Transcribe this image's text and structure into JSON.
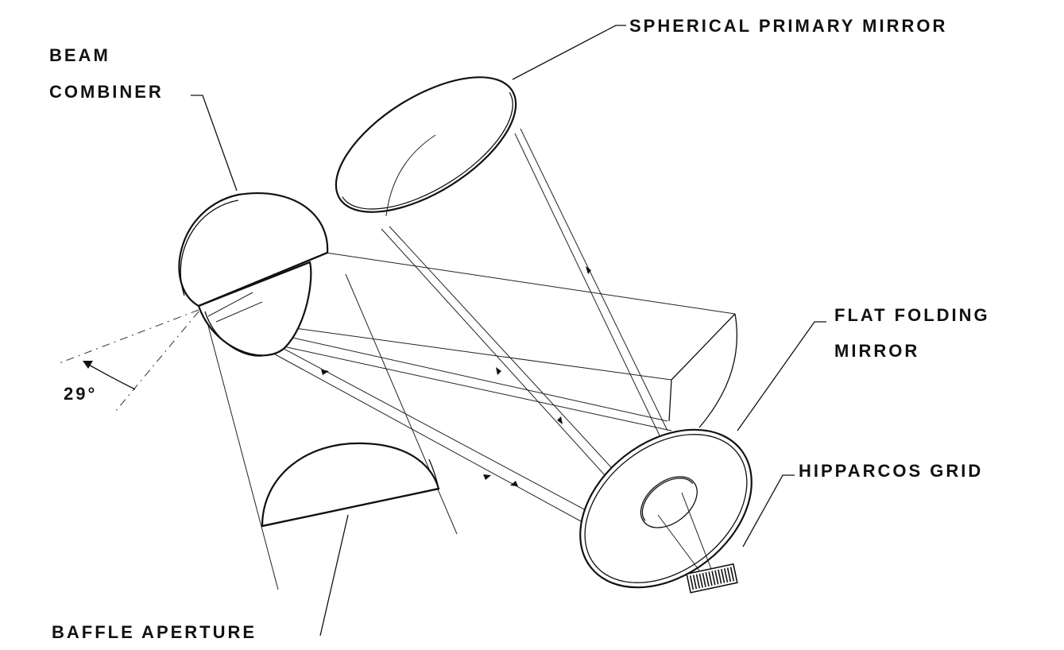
{
  "labels": {
    "spherical_primary_mirror": "SPHERICAL PRIMARY MIRROR",
    "beam_combiner_line1": "BEAM",
    "beam_combiner_line2": "COMBINER",
    "flat_folding_mirror_line1": "FLAT FOLDING",
    "flat_folding_mirror_line2": "MIRROR",
    "hipparcos_grid": "HIPPARCOS GRID",
    "baffle_aperture": "BAFFLE APERTURE",
    "angle": "29°"
  },
  "colors": {
    "ink": "#111111",
    "background": "#ffffff"
  }
}
